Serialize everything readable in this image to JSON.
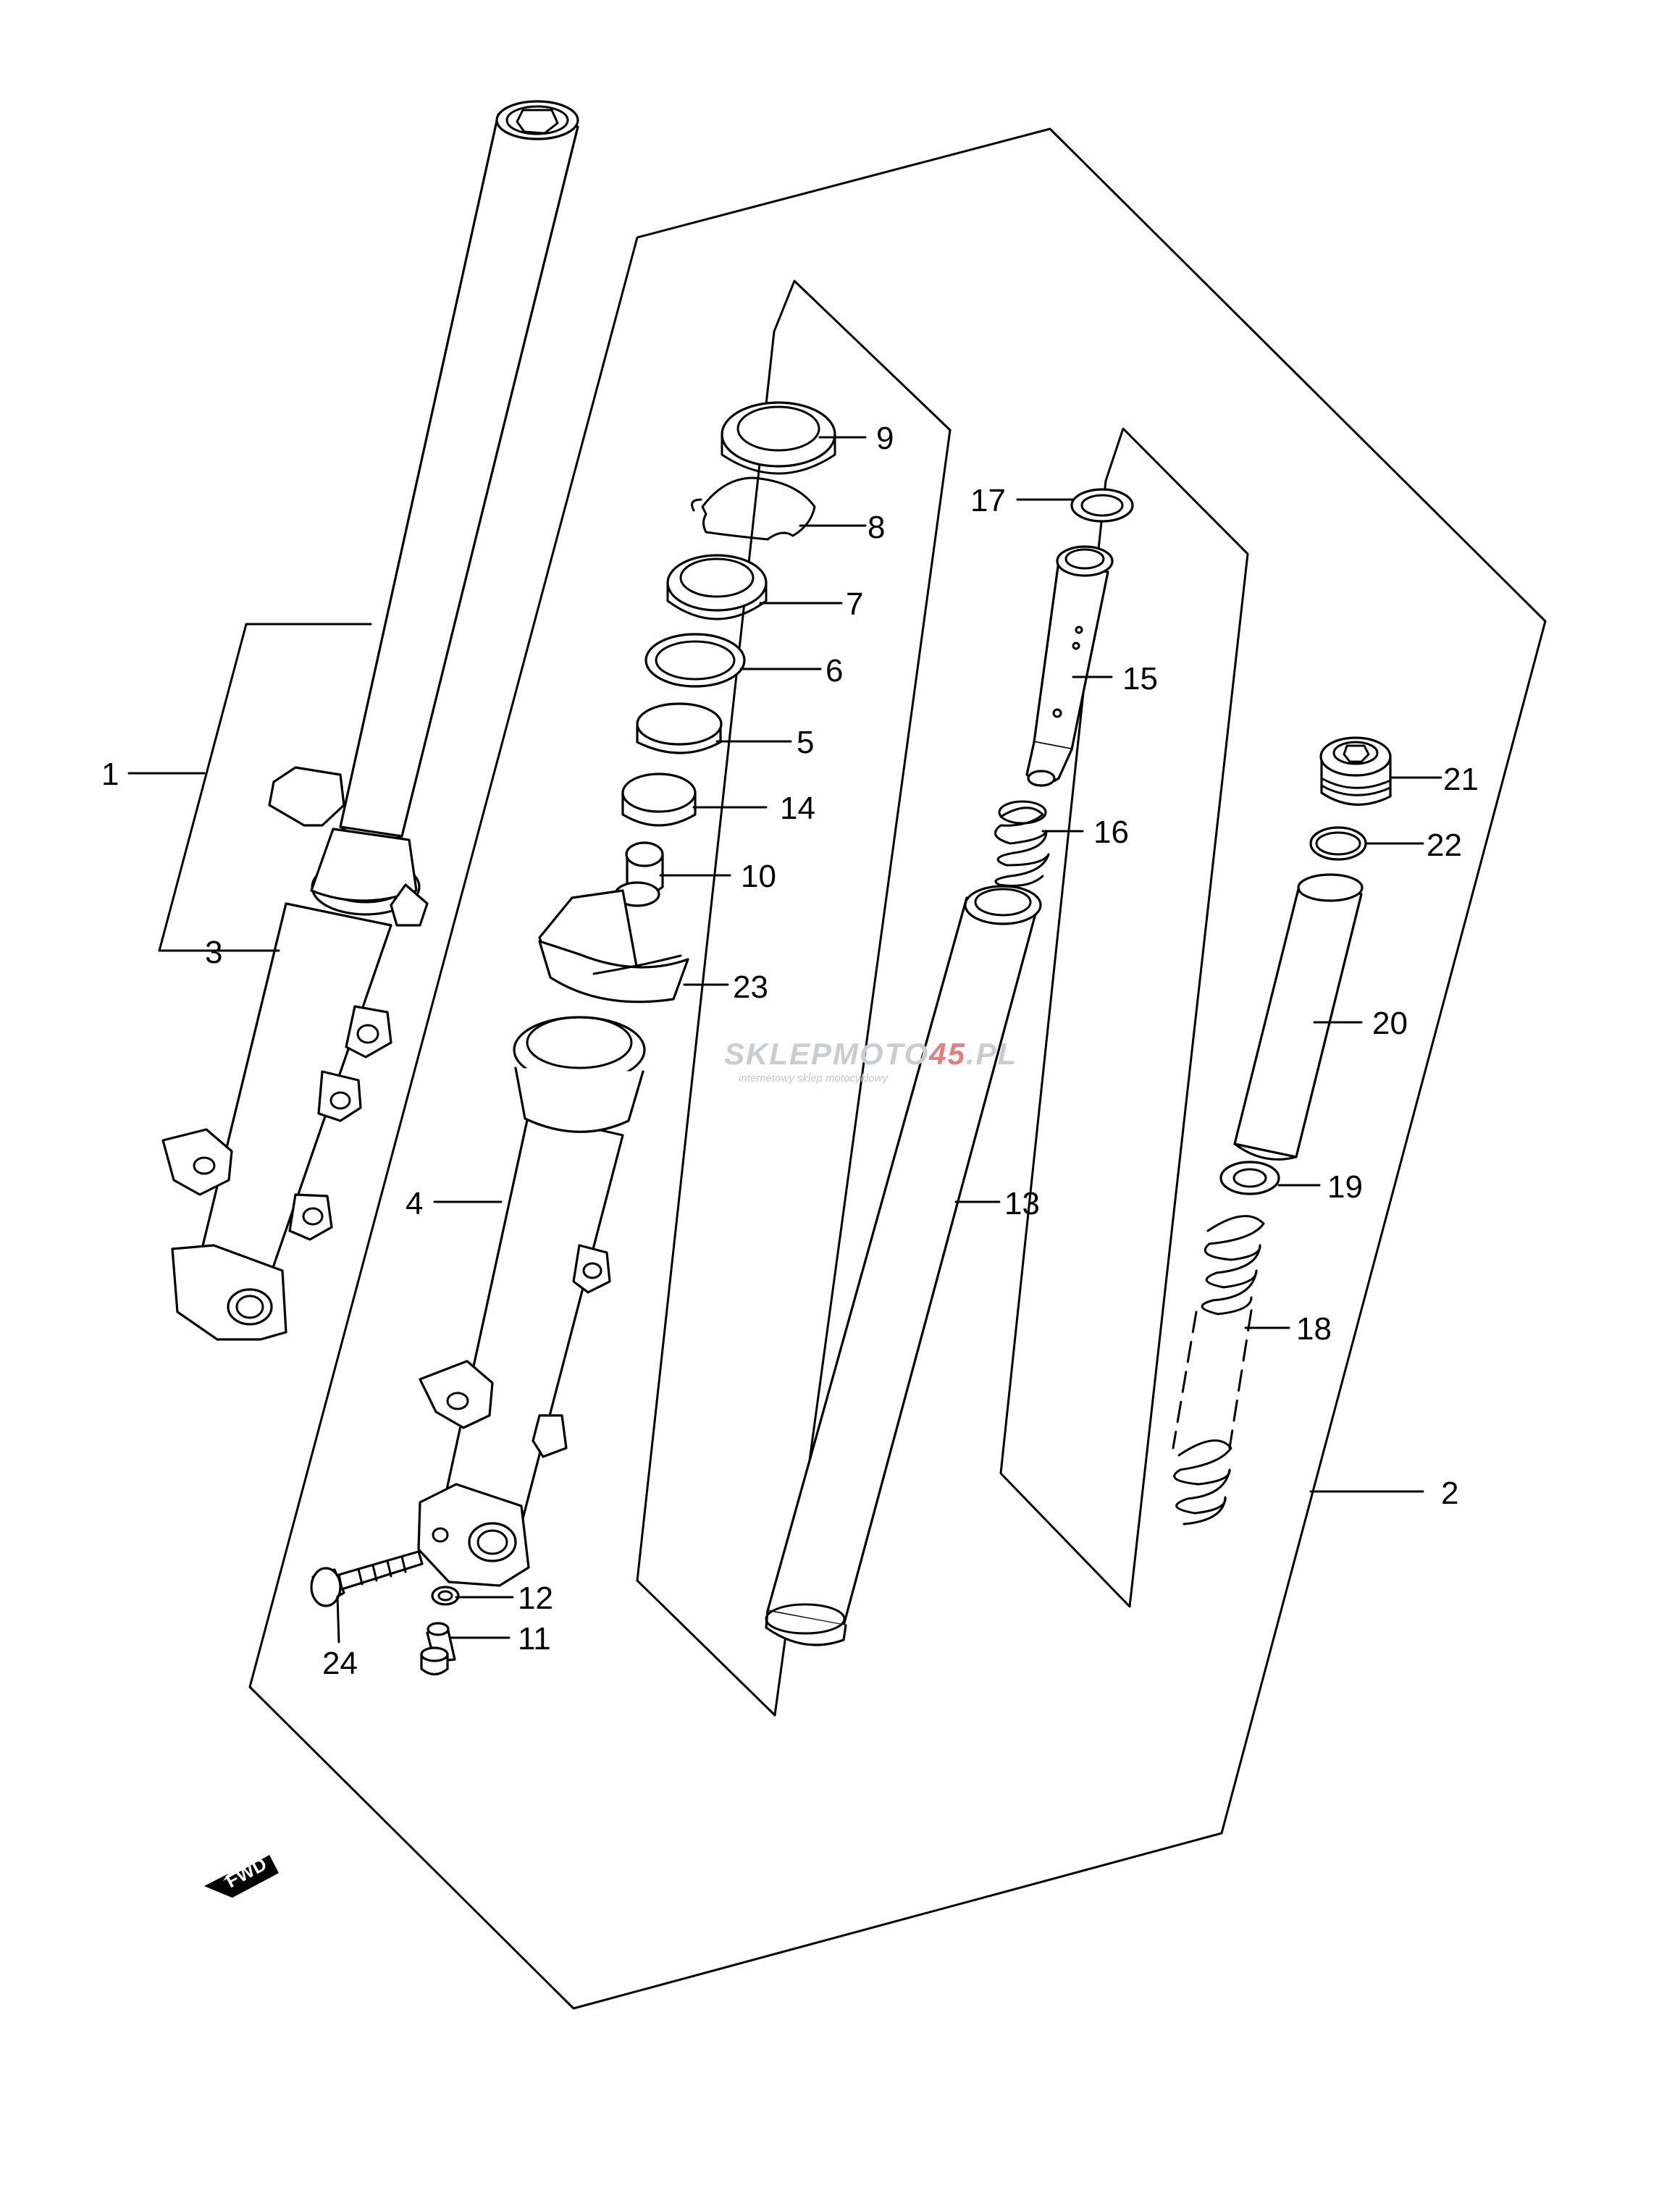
{
  "diagram": {
    "callouts": [
      {
        "id": "c1",
        "text": "1"
      },
      {
        "id": "c2",
        "text": "2"
      },
      {
        "id": "c3",
        "text": "3"
      },
      {
        "id": "c4",
        "text": "4"
      },
      {
        "id": "c5",
        "text": "5"
      },
      {
        "id": "c6",
        "text": "6"
      },
      {
        "id": "c7",
        "text": "7"
      },
      {
        "id": "c8",
        "text": "8"
      },
      {
        "id": "c9",
        "text": "9"
      },
      {
        "id": "c10",
        "text": "10"
      },
      {
        "id": "c11",
        "text": "11"
      },
      {
        "id": "c12",
        "text": "12"
      },
      {
        "id": "c13",
        "text": "13"
      },
      {
        "id": "c14",
        "text": "14"
      },
      {
        "id": "c15",
        "text": "15"
      },
      {
        "id": "c16",
        "text": "16"
      },
      {
        "id": "c17",
        "text": "17"
      },
      {
        "id": "c18",
        "text": "18"
      },
      {
        "id": "c19",
        "text": "19"
      },
      {
        "id": "c20",
        "text": "20"
      },
      {
        "id": "c21",
        "text": "21"
      },
      {
        "id": "c22",
        "text": "22"
      },
      {
        "id": "c23",
        "text": "23"
      },
      {
        "id": "c24",
        "text": "24"
      }
    ],
    "direction_arrow": "FWD",
    "watermark": {
      "brand_main": "SKLEPMOTO",
      "brand_number": "45",
      "brand_suffix": ".PL",
      "tagline": "internetowy sklep motocyklowy"
    }
  },
  "colors": {
    "line": "#000000",
    "background": "#ffffff",
    "watermark_gray": "#c9cdd2",
    "watermark_red": "#e87c7c"
  }
}
